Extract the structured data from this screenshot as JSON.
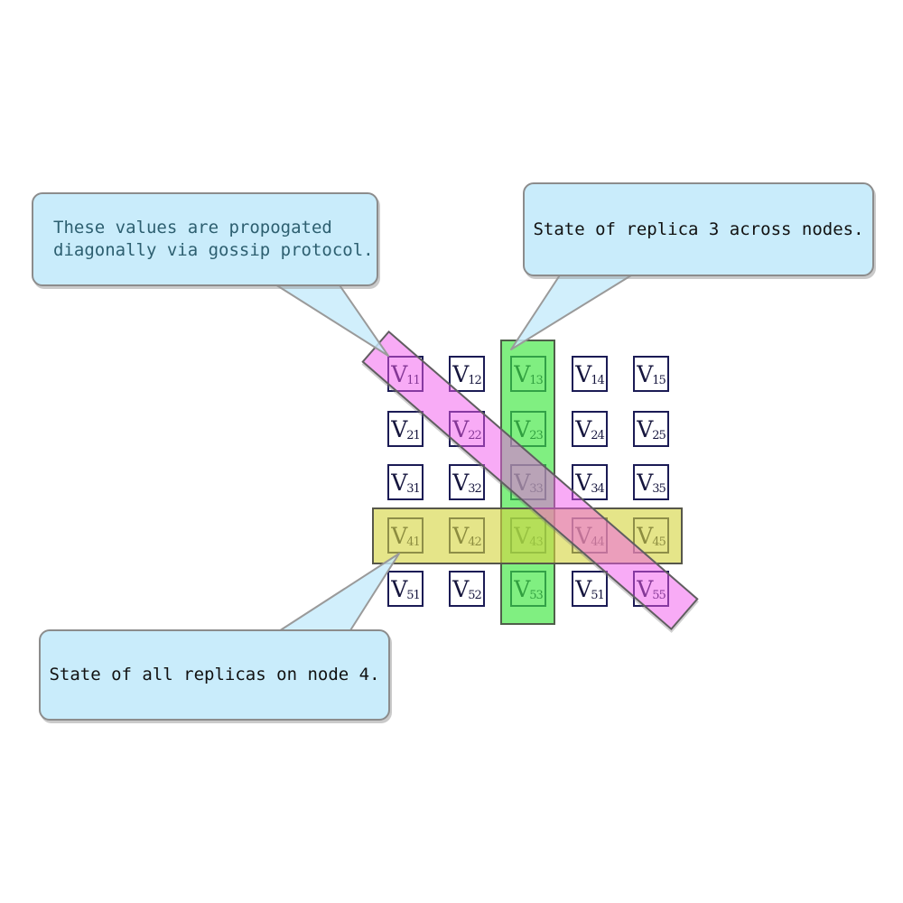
{
  "diagram": {
    "description": "5x5 replica-state matrix with highlighted column, row and diagonal plus three speech-bubble annotations",
    "grid": {
      "base_label": "V",
      "rows": [
        [
          "11",
          "12",
          "13",
          "14",
          "15"
        ],
        [
          "21",
          "22",
          "23",
          "24",
          "25"
        ],
        [
          "31",
          "32",
          "33",
          "34",
          "35"
        ],
        [
          "41",
          "42",
          "43",
          "44",
          "45"
        ],
        [
          "51",
          "52",
          "53",
          "51",
          "55"
        ]
      ]
    },
    "overlays": {
      "column": {
        "name": "replica-3-column-highlight",
        "color": "#8ded8e"
      },
      "row": {
        "name": "node-4-row-highlight",
        "color": "#e7e78a"
      },
      "diagonal": {
        "name": "gossip-diagonal-highlight",
        "color": "#f6abf3"
      }
    },
    "callouts": {
      "gossip": {
        "line1": "These values are propogated",
        "line2": "diagonally via gossip protocol.",
        "text_color": "#2d5f70"
      },
      "replica": {
        "text": "State of replica 3 across nodes.",
        "text_color": "#111111"
      },
      "node4": {
        "text": "State of all replicas on node 4.",
        "text_color": "#111111"
      }
    },
    "colors": {
      "cell_border": "#1b1b55",
      "cell_text": "#16163e",
      "callout_background": "#c9ecfb",
      "callout_border": "#8c8c8c",
      "background": "#ffffff"
    }
  }
}
